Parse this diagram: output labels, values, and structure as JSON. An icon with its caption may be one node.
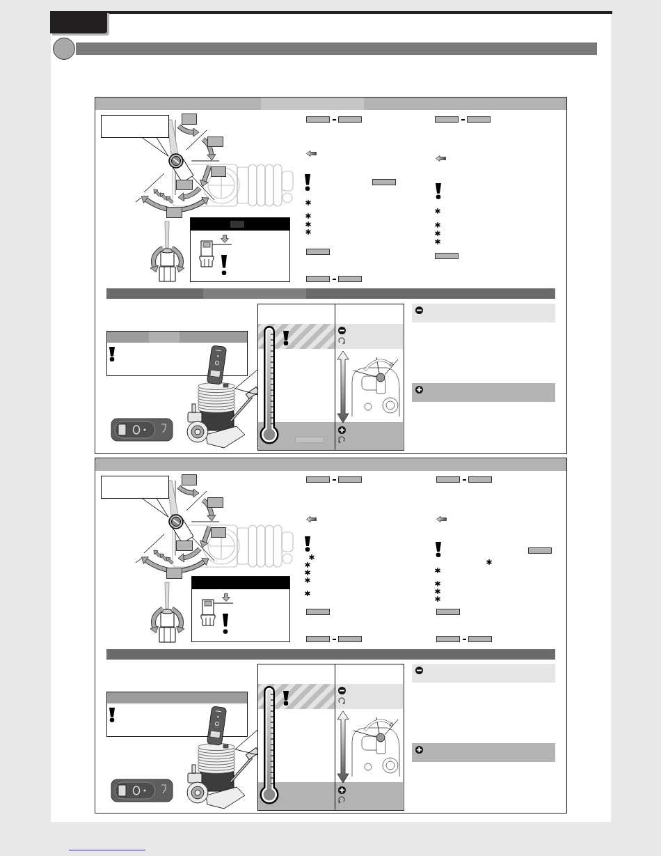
{
  "diagram": {
    "nodes": [
      {
        "text": [],
        "shape": "box"
      },
      {
        "text": [],
        "shape": "circle"
      },
      {
        "text": [],
        "shape": "bar"
      },
      {
        "text": [],
        "shape": "box"
      },
      {
        "text": [],
        "shape": "box",
        "in": 3
      },
      {
        "text": [],
        "shape": "picture",
        "in": 3
      },
      {
        "text": [],
        "shape": "box",
        "in": 3
      },
      {
        "text": [],
        "shape": "bar",
        "in": 3
      },
      {
        "text": [],
        "shape": "box",
        "in": 3
      },
      {
        "text": [],
        "shape": "picture",
        "in": 3
      },
      {
        "text": [],
        "shape": "box",
        "in": 3
      },
      {
        "text": [],
        "shape": "box",
        "in": 3
      },
      {
        "text": [],
        "shape": "box",
        "in": 3
      },
      {
        "text": [],
        "shape": "box"
      },
      {
        "text": [],
        "shape": "box",
        "in": 13
      },
      {
        "text": [],
        "shape": "picture",
        "in": 13
      },
      {
        "text": [],
        "shape": "box",
        "in": 13
      },
      {
        "text": [],
        "shape": "bar",
        "in": 13
      },
      {
        "text": [],
        "shape": "box",
        "in": 13
      },
      {
        "text": [],
        "shape": "picture",
        "in": 13
      },
      {
        "text": [],
        "shape": "box",
        "in": 13
      },
      {
        "text": [],
        "shape": "box",
        "in": 13
      },
      {
        "text": [],
        "shape": "box",
        "in": 13
      }
    ],
    "edges": [
      {
        "from": 4,
        "to": 5,
        "arrow": "none"
      },
      {
        "from": 10,
        "to": 9,
        "arrow": "none"
      },
      {
        "from": 14,
        "to": 15,
        "arrow": "none"
      },
      {
        "from": 20,
        "to": 19,
        "arrow": "none"
      }
    ]
  }
}
